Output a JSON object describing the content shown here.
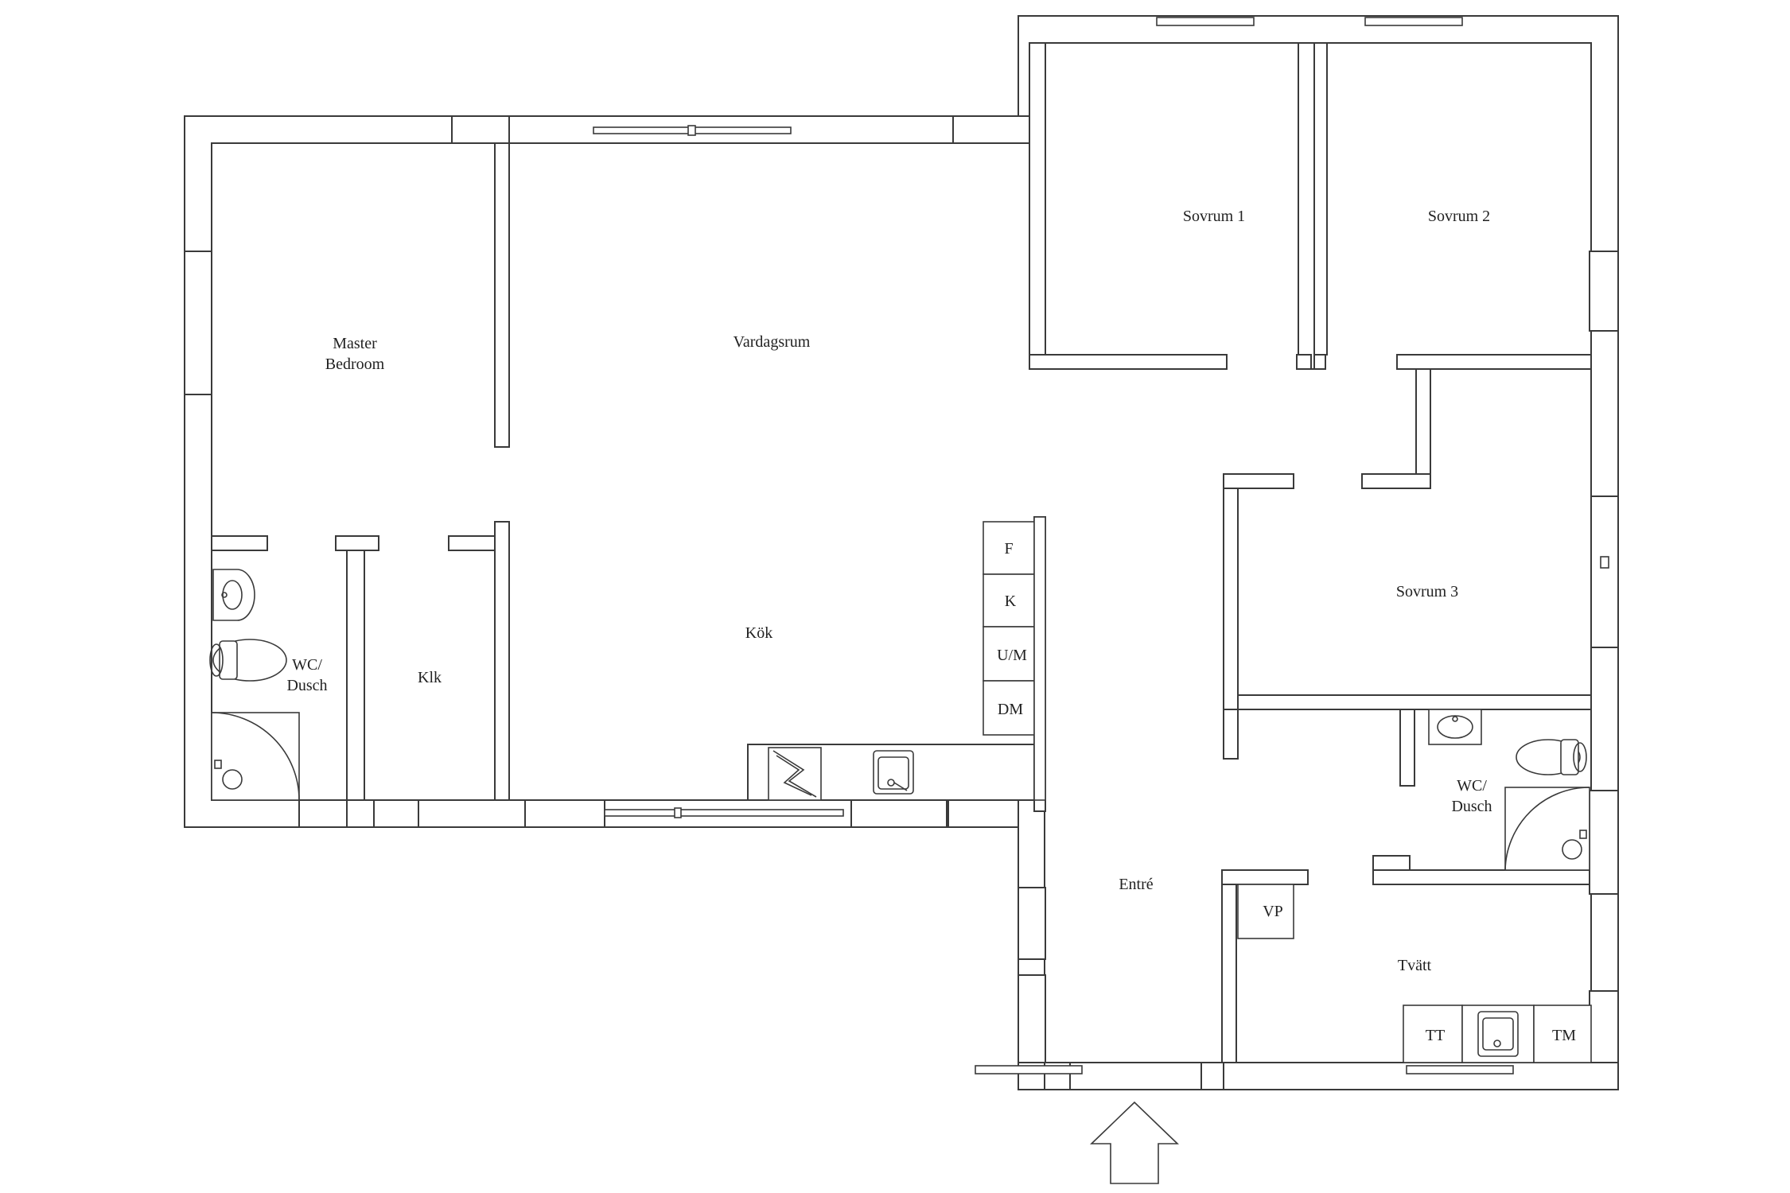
{
  "rooms": {
    "master_bedroom": [
      "Master",
      "Bedroom"
    ],
    "vardagsrum": "Vardagsrum",
    "sovrum1": "Sovrum 1",
    "sovrum2": "Sovrum 2",
    "sovrum3": "Sovrum 3",
    "kok": "Kök",
    "klk": "Klk",
    "wc_left": [
      "WC/",
      "Dusch"
    ],
    "wc_right": [
      "WC/",
      "Dusch"
    ],
    "entre": "Entré",
    "tvatt": "Tvätt"
  },
  "fixtures": {
    "f": "F",
    "k": "K",
    "um": "U/M",
    "dm": "DM",
    "vp": "VP",
    "tt": "TT",
    "tm": "TM"
  },
  "icons": {
    "entrance": "entrance-arrow-icon",
    "toilet": "toilet-icon",
    "sink": "sink-icon",
    "shower": "shower-icon",
    "stove": "stove-icon"
  }
}
